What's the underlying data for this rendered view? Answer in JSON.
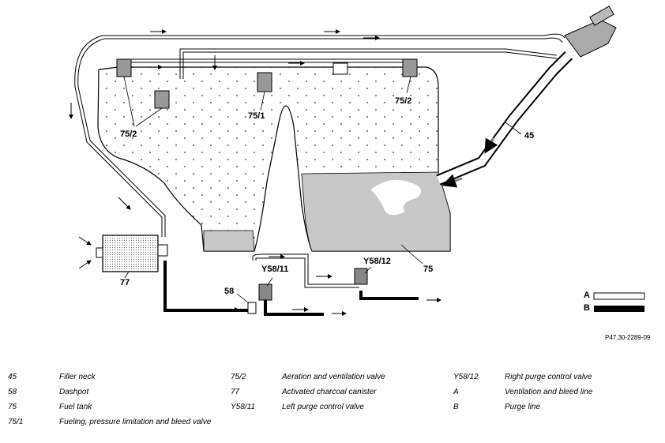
{
  "labels": {
    "c45": "45",
    "c58": "58",
    "c75": "75",
    "c75_1": "75/1",
    "c75_2a": "75/2",
    "c75_2b": "75/2",
    "c77": "77",
    "cY58_11": "Y58/11",
    "cY58_12": "Y58/12"
  },
  "legend": {
    "a_label": "A",
    "b_label": "B"
  },
  "figure_code": "P47.30-2289-09",
  "key_items": [
    {
      "code": "45",
      "desc": "Filler neck"
    },
    {
      "code": "58",
      "desc": "Dashpot"
    },
    {
      "code": "75",
      "desc": "Fuel tank"
    },
    {
      "code": "75/1",
      "desc": "Fueling, pressure limitation and bleed valve"
    },
    {
      "code": "75/2",
      "desc": "Aeration and ventilation valve"
    },
    {
      "code": "77",
      "desc": "Activated charcoal canister"
    },
    {
      "code": "Y58/11",
      "desc": "Left purge control valve"
    },
    {
      "code": "Y58/12",
      "desc": "Right purge control valve"
    },
    {
      "code": "A",
      "desc": "Ventilation and bleed line"
    },
    {
      "code": "B",
      "desc": "Purge line"
    }
  ]
}
